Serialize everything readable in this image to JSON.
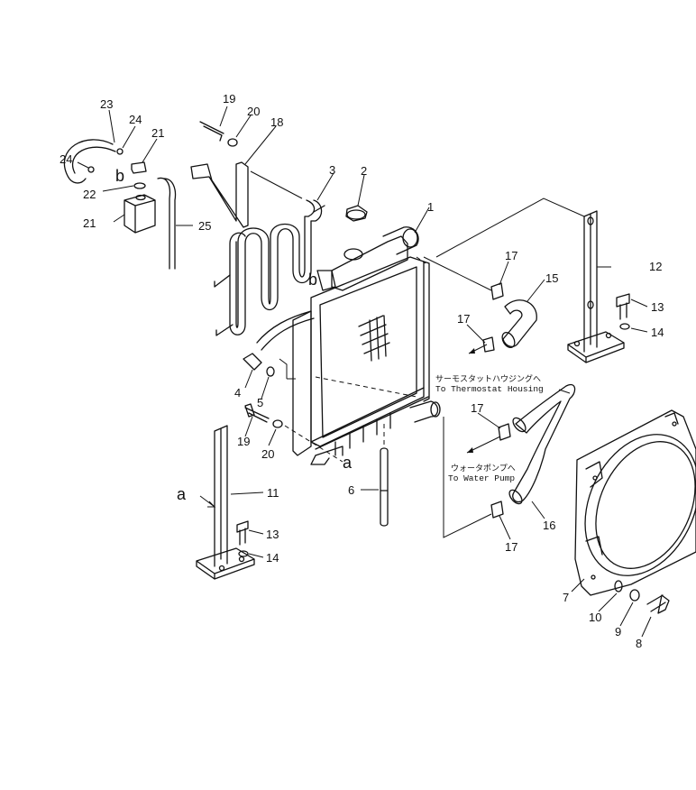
{
  "diagram": {
    "callouts": [
      "1",
      "2",
      "3",
      "4",
      "5",
      "6",
      "7",
      "8",
      "9",
      "10",
      "11",
      "12",
      "13",
      "13",
      "14",
      "14",
      "15",
      "16",
      "17",
      "17",
      "17",
      "17",
      "18",
      "19",
      "19",
      "20",
      "20",
      "21",
      "21",
      "22",
      "23",
      "24",
      "24",
      "25"
    ],
    "letters": [
      "a",
      "a",
      "b",
      "b"
    ],
    "notes": {
      "thermostat_jp": "サーモスタットハウジングへ",
      "thermostat_en": "To Thermostat Housing",
      "water_pump_jp": "ウォータポンプへ",
      "water_pump_en": "To Water Pump"
    }
  }
}
